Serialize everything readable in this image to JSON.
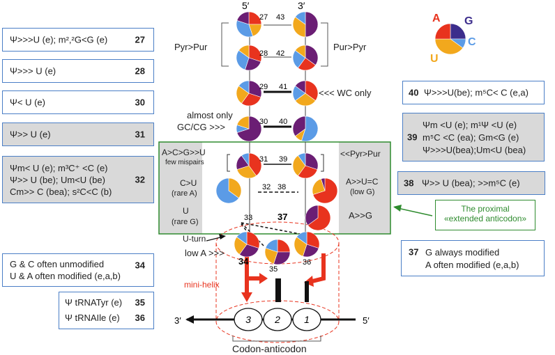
{
  "legend": {
    "A": "A",
    "G": "G",
    "C": "C",
    "U": "U"
  },
  "strand": {
    "left": "5′",
    "right": "3′",
    "mrna_left": "3′",
    "mrna_right": "5′"
  },
  "positions": {
    "p27": "27",
    "p43": "43",
    "p28": "28",
    "p42": "42",
    "p29": "29",
    "p41": "41",
    "p30": "30",
    "p40": "40",
    "p31": "31",
    "p39": "39",
    "p32": "32",
    "p38": "38",
    "p33": "33",
    "p37": "37",
    "p34": "34",
    "p35": "35",
    "p36": "36"
  },
  "labels": {
    "pyr_pur": "Pyr>Pur",
    "pur_pyr": "Pur>Pyr",
    "wc_only": "<<< WC only",
    "almost_only_1": "almost only",
    "almost_only_2": "GC/CG >>>",
    "a_c_g_u": "A>C>G>>U",
    "few_mispairs": "few mispairs",
    "pyr_pur_2": "<<Pyr>Pur",
    "c_u": "C>U",
    "rare_a": "(rare A)",
    "u": "U",
    "rare_g": "(rare G)",
    "a_u_c": "A>>U=C",
    "low_g": "(low G)",
    "a_g": "A>>G",
    "u_turn": "U-turn",
    "low_a": "low A >>>",
    "mini_helix": "mini-helix",
    "codon_anticodon": "Codon-anticodon",
    "codon1": "1",
    "codon2": "2",
    "codon3": "3"
  },
  "callout": {
    "line1": "The proximal",
    "line2": "«extended anticodon»"
  },
  "left_boxes": [
    {
      "text": "Ψ>>>U (e); m²,²G<G (e)",
      "num": "27"
    },
    {
      "text": "Ψ>>> U (e)",
      "num": "28"
    },
    {
      "text": "Ψ< U     (e)",
      "num": "30"
    },
    {
      "text": "Ψ>> U    (e)",
      "num": "31"
    },
    {
      "lines": [
        "Ψm< U (e);   m³C⁺ <C (e)",
        "Ψ>> U (be);   Um<U (be)",
        "Cm>> C (bea);  s²C<C (b)"
      ],
      "num": "32"
    },
    {
      "lines": [
        "G & C often unmodified",
        "U & A often modified (e,a,b)"
      ],
      "num": "34"
    },
    {
      "text": "Ψ tRNATyr (e)",
      "num": "35"
    },
    {
      "text": "Ψ tRNAIle  (e)",
      "num": "36"
    }
  ],
  "right_boxes": [
    {
      "text": "Ψ>>>U(be); m⁵C< C  (e,a)",
      "num": "40"
    },
    {
      "lines": [
        "Ψm <U (e);    m¹Ψ <U  (e)",
        "m⁵C <C (ea);    Gm<G   (e)",
        "Ψ>>>U(bea);Um<U (bea)"
      ],
      "num": "39"
    },
    {
      "text": "Ψ>> U (bea); >>m⁵C (e)",
      "num": "38"
    },
    {
      "lines": [
        "G  always modified",
        "A often modified (e,a,b)"
      ],
      "num": "37"
    }
  ],
  "colors": {
    "A": "#e8331e",
    "G": "#3c2d8c",
    "C": "#5b9be6",
    "U": "#f2a81d",
    "purple": "#6b1e74",
    "blue": "#5b9be6",
    "orange": "#f2a81d",
    "red": "#e8331e"
  }
}
